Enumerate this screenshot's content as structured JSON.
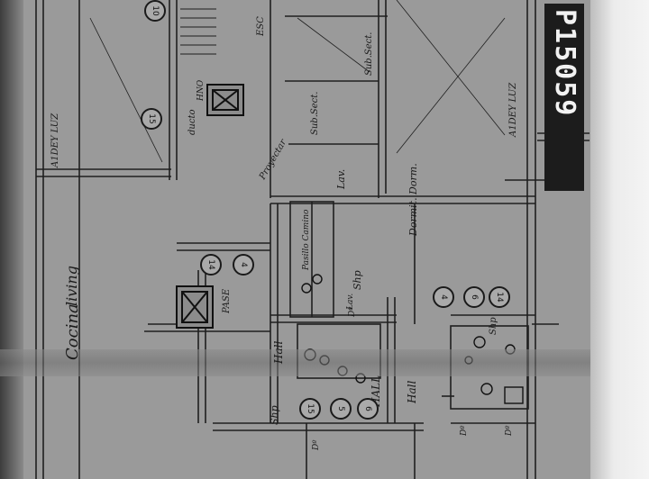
{
  "sheet": {
    "title_block": "P15059",
    "background": "#9a9a9a",
    "ink": "#1a1a1a"
  },
  "room_labels": {
    "cocina": "Cocina",
    "living": "living",
    "dormitorio": "Dormit. Dorm.",
    "lav": "Lav.",
    "hall_a": "Hall",
    "hall_b": "Hall",
    "hall_c": "HALL",
    "shp_a": "Shp",
    "shp_b": "Shp",
    "shp_c": "Shp",
    "sub_sector_a": "Sub.Sect.",
    "sub_sector_b": "Sub.Sect.",
    "pase": "PASE",
    "ascensor_note": "Proyectar",
    "ducto_note": "ducto",
    "escalera": "ESC",
    "eje_left": "A1DEY LUZ",
    "eje_right": "A1DEY LUZ",
    "lav_short": "Lav.",
    "pasillo": "Pasillo Camino",
    "hno": "HNO",
    "note_a": "Dº",
    "note_b": "Dº",
    "note_c": "Dº",
    "note_d": "Dº"
  },
  "markers": [
    "14",
    "4",
    "15",
    "5",
    "6",
    "4",
    "6",
    "14",
    "15",
    "10"
  ],
  "icons": [
    "elevator-cross-icon",
    "elevator-cross-icon",
    "stair-icon",
    "section-marker-icon"
  ]
}
